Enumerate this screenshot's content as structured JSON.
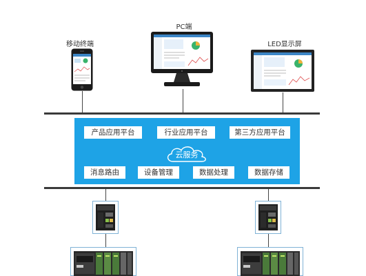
{
  "devices": {
    "mobile_label": "移动终端",
    "pc_label": "PC端",
    "led_label": "LED显示屏"
  },
  "cloud": {
    "top_services": [
      "产品应用平台",
      "行业应用平台",
      "第三方应用平台"
    ],
    "center_label": "云服务",
    "bottom_services": [
      "消息路由",
      "设备管理",
      "数据处理",
      "数据存储"
    ]
  },
  "colors": {
    "cloud_blue": "#1ea3e6",
    "bus_line": "#3a3a3a",
    "frame_border": "#7fb2d6"
  }
}
